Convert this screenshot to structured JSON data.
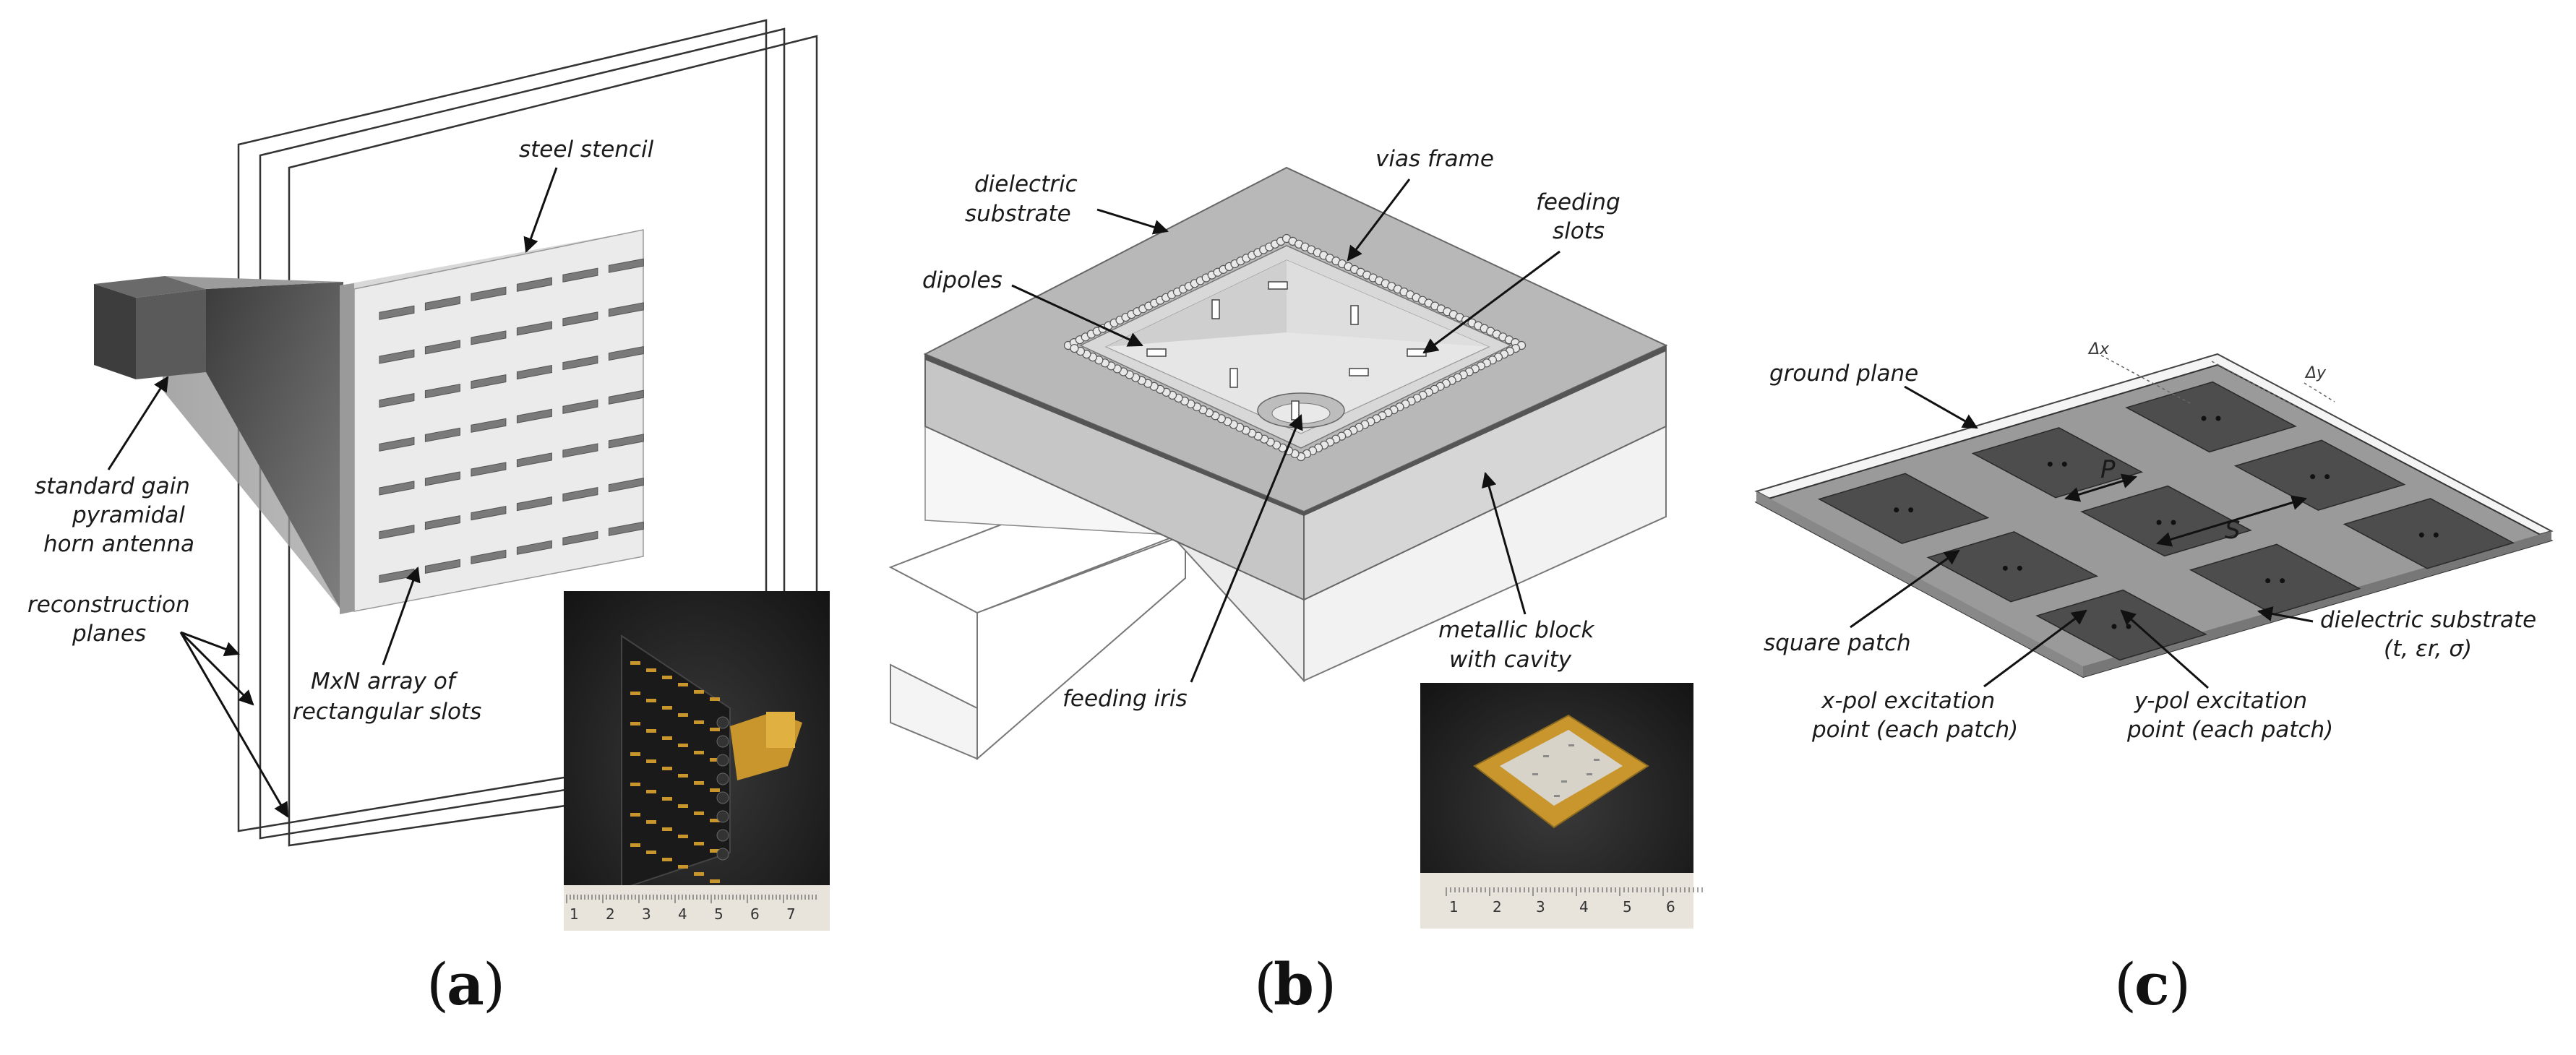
{
  "panels": {
    "a": {
      "letter": "a",
      "labels": {
        "steel_stencil": "steel stencil",
        "horn_line1": "standard gain",
        "horn_line2": "pyramidal",
        "horn_line3": "horn antenna",
        "planes_line1": "reconstruction",
        "planes_line2": "planes",
        "array_line1": "MxN array of",
        "array_line2": "rectangular slots"
      },
      "ruler_numbers": [
        "1",
        "2",
        "3",
        "4",
        "5",
        "6",
        "7"
      ]
    },
    "b": {
      "letter": "b",
      "labels": {
        "dielectric_line1": "dielectric",
        "dielectric_line2": "substrate",
        "vias_frame": "vias frame",
        "feeding_slots_line1": "feeding",
        "feeding_slots_line2": "slots",
        "dipoles": "dipoles",
        "feeding_iris": "feeding iris",
        "block_line1": "metallic block",
        "block_line2": "with cavity"
      },
      "ruler_numbers": [
        "1",
        "2",
        "3",
        "4",
        "5",
        "6"
      ]
    },
    "c": {
      "letter": "c",
      "labels": {
        "ground_plane": "ground plane",
        "delta_x": "Δx",
        "delta_y": "Δy",
        "p": "P",
        "s": "S",
        "square_patch": "square patch",
        "substrate_line1": "dielectric substrate",
        "substrate_line2": "(t, εr, σ)",
        "xpol_line1": "x-pol excitation",
        "xpol_line2": "point (each patch)",
        "ypol_line1": "y-pol excitation",
        "ypol_line2": "point (each patch)"
      }
    }
  },
  "colors": {
    "stencil": "#e6e6e6",
    "horn_dark": "#555555",
    "substrate_gray": "#b3b3b3",
    "patch": "#4d4d4d",
    "board": "#9a9a9a",
    "photo_bg": "#262626",
    "gold": "#c9962e"
  }
}
